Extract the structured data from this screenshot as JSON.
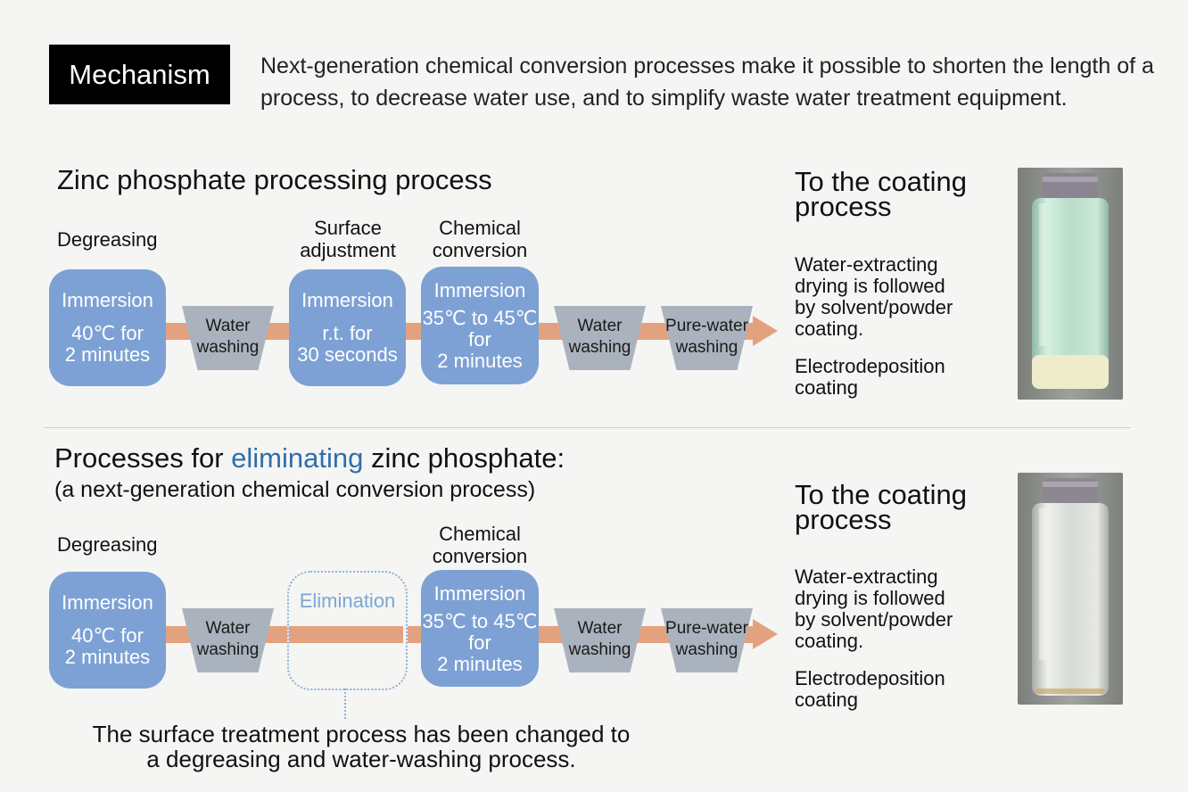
{
  "header": {
    "badge": "Mechanism",
    "intro": "Next-generation chemical conversion processes make it possible to shorten the length of a process, to decrease water use, and to simplify waste water treatment equipment."
  },
  "top": {
    "title": "Zinc phosphate processing process",
    "labels": {
      "degreasing": "Degreasing",
      "surface1": "Surface",
      "surface2": "adjustment",
      "chem1": "Chemical",
      "chem2": "conversion"
    },
    "boxes": [
      {
        "head": "Immersion",
        "l1": "40℃ for",
        "l2": "2 minutes"
      },
      {
        "head": "Immersion",
        "l1": "r.t. for",
        "l2": "30 seconds"
      },
      {
        "head": "Immersion",
        "l1": "35℃ to 45℃",
        "l2": "for",
        "l3": "2 minutes"
      }
    ],
    "cups": [
      {
        "l1": "Water",
        "l2": "washing"
      },
      {
        "l1": "Water",
        "l2": "washing"
      },
      {
        "l1": "Pure-water",
        "l2": "washing"
      }
    ],
    "side": {
      "h1": "To the coating",
      "h2": "process",
      "p1a": "Water-extracting",
      "p1b": "drying is followed",
      "p1c": "by solvent/powder",
      "p1d": "coating.",
      "p2a": "Electrodeposition",
      "p2b": "coating"
    }
  },
  "bottom": {
    "title_pre": "Processes for ",
    "title_hl": "eliminating",
    "title_post": " zinc phosphate:",
    "subtitle": "(a next-generation chemical conversion process)",
    "labels": {
      "degreasing": "Degreasing",
      "chem1": "Chemical",
      "chem2": "conversion"
    },
    "boxes": [
      {
        "head": "Immersion",
        "l1": "40℃ for",
        "l2": "2 minutes"
      },
      {
        "head": "Immersion",
        "l1": "35℃ to 45℃",
        "l2": "for",
        "l3": "2 minutes"
      }
    ],
    "elimination": "Elimination",
    "cups": [
      {
        "l1": "Water",
        "l2": "washing"
      },
      {
        "l1": "Water",
        "l2": "washing"
      },
      {
        "l1": "Pure-water",
        "l2": "washing"
      }
    ],
    "note1": "The surface treatment process has been changed to",
    "note2": "a degreasing and water-washing process.",
    "side": {
      "h1": "To the coating",
      "h2": "process",
      "p1a": "Water-extracting",
      "p1b": "drying is followed",
      "p1c": "by solvent/powder",
      "p1d": "coating.",
      "p2a": "Electrodeposition",
      "p2b": "coating"
    }
  },
  "colors": {
    "box": "#7da1d4",
    "arrow": "#e3a27f",
    "cup": "#aab3bd",
    "highlight": "#2f6eaa"
  }
}
